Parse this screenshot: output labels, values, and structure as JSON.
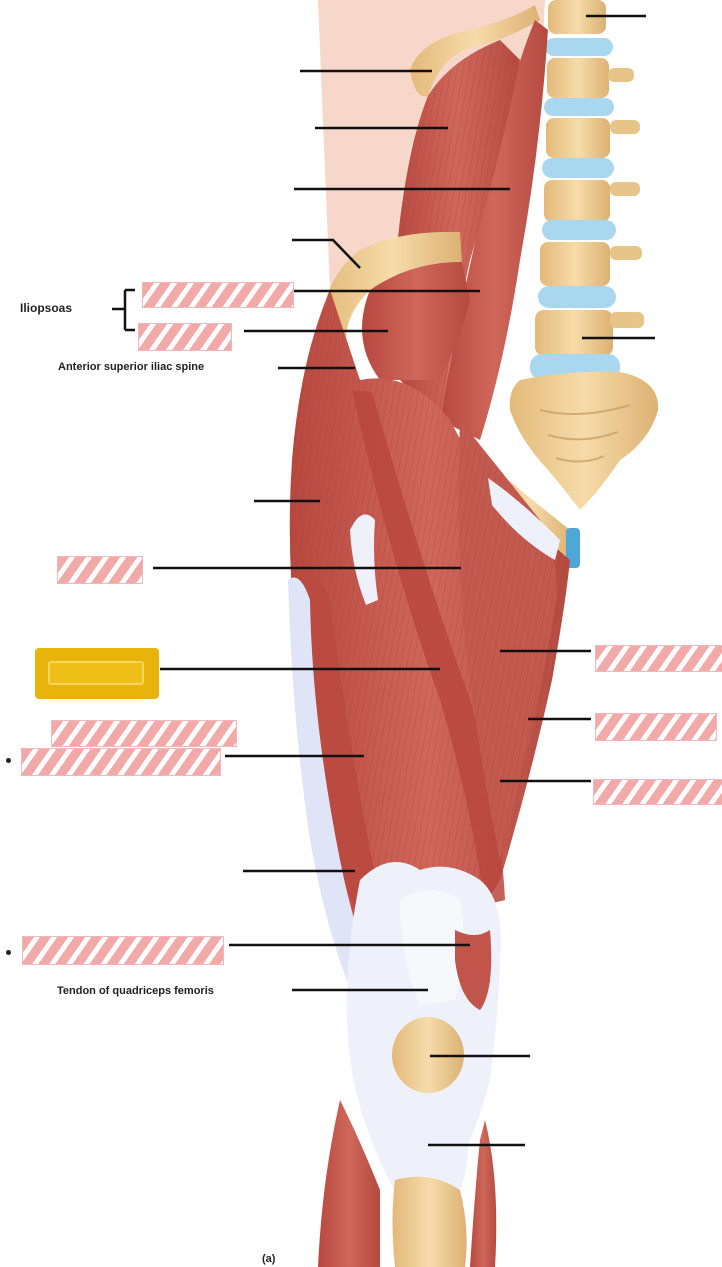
{
  "labels": {
    "iliopsoas": "Iliopsoas",
    "asis": "Anterior superior iliac spine",
    "quad_tendon": "Tendon of quadriceps femoris",
    "panel": "(a)"
  },
  "hidden_labels": [
    {
      "id": "iliacus"
    },
    {
      "id": "psoas-major"
    },
    {
      "id": "pectineus-left"
    },
    {
      "id": "adductor-longus"
    },
    {
      "id": "gracilis"
    },
    {
      "id": "adductor-magnus"
    },
    {
      "id": "rectus-femoris-1"
    },
    {
      "id": "rectus-femoris-2"
    },
    {
      "id": "vastus-medialis"
    }
  ],
  "highlight_box": {
    "color": "#e6b40a"
  },
  "colors": {
    "muscle": "#c9574d",
    "muscle_dark": "#a94238",
    "bone": "#efcf98",
    "disc": "#a9d7f0",
    "tendon": "#e8ecf8",
    "skin": "#f6d6c9"
  }
}
